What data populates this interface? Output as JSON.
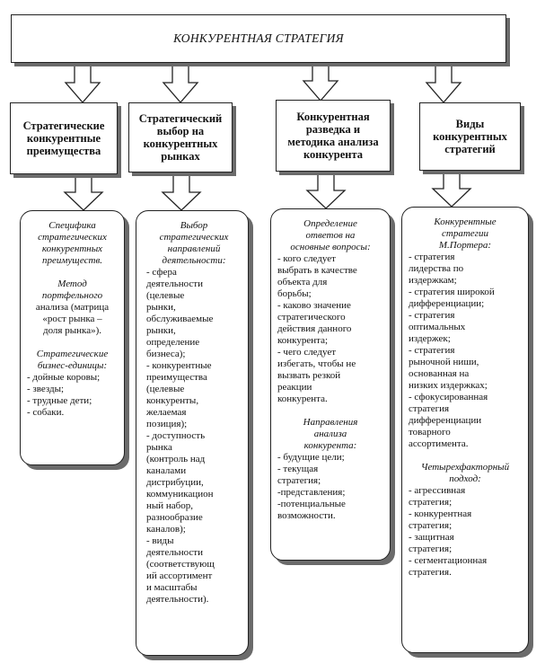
{
  "title": "КОНКУРЕНТНАЯ СТРАТЕГИЯ",
  "columns": [
    {
      "header": [
        "Стратегические",
        "конкурентные",
        "преимущества"
      ],
      "body": [
        {
          "t": "i",
          "v": "Специфика"
        },
        {
          "t": "i",
          "v": "стратегических"
        },
        {
          "t": "i",
          "v": "конкурентных"
        },
        {
          "t": "i",
          "v": "преимуществ."
        },
        {
          "t": "gap"
        },
        {
          "t": "i",
          "v": "Метод"
        },
        {
          "t": "i",
          "v": "портфельного"
        },
        {
          "t": "p",
          "v": "анализа (матрица"
        },
        {
          "t": "p",
          "v": "«рост рынка –"
        },
        {
          "t": "p",
          "v": "доля рынка»)."
        },
        {
          "t": "gap"
        },
        {
          "t": "i",
          "v": "Стратегические"
        },
        {
          "t": "i",
          "v": "бизнес-единицы:"
        },
        {
          "t": "l",
          "v": "- дойные коровы;"
        },
        {
          "t": "l",
          "v": "- звезды;"
        },
        {
          "t": "l",
          "v": "- трудные дети;"
        },
        {
          "t": "l",
          "v": "- собаки."
        }
      ]
    },
    {
      "header": [
        "Стратегический",
        "выбор на",
        "конкурентных",
        "рынках"
      ],
      "body": [
        {
          "t": "i",
          "v": "Выбор"
        },
        {
          "t": "i",
          "v": "стратегических"
        },
        {
          "t": "i",
          "v": "направлений"
        },
        {
          "t": "i",
          "v": "деятельности:"
        },
        {
          "t": "l",
          "v": "- сфера"
        },
        {
          "t": "l",
          "v": "деятельности"
        },
        {
          "t": "l",
          "v": "(целевые"
        },
        {
          "t": "l",
          "v": "рынки,"
        },
        {
          "t": "l",
          "v": "обслуживаемые"
        },
        {
          "t": "l",
          "v": "рынки,"
        },
        {
          "t": "l",
          "v": "определение"
        },
        {
          "t": "l",
          "v": "бизнеса);"
        },
        {
          "t": "l",
          "v": "- конкурентные"
        },
        {
          "t": "l",
          "v": "преимущества"
        },
        {
          "t": "l",
          "v": "(целевые"
        },
        {
          "t": "l",
          "v": "конкуренты,"
        },
        {
          "t": "l",
          "v": "желаемая"
        },
        {
          "t": "l",
          "v": "позиция);"
        },
        {
          "t": "l",
          "v": "- доступность"
        },
        {
          "t": "l",
          "v": "рынка"
        },
        {
          "t": "l",
          "v": "(контроль над"
        },
        {
          "t": "l",
          "v": "каналами"
        },
        {
          "t": "l",
          "v": "дистрибуции,"
        },
        {
          "t": "l",
          "v": "коммуникацион"
        },
        {
          "t": "l",
          "v": "ный набор,"
        },
        {
          "t": "l",
          "v": "разнообразие"
        },
        {
          "t": "l",
          "v": "каналов);"
        },
        {
          "t": "l",
          "v": "- виды"
        },
        {
          "t": "l",
          "v": "деятельности"
        },
        {
          "t": "l",
          "v": "(соответствующ"
        },
        {
          "t": "l",
          "v": "ий ассортимент"
        },
        {
          "t": "l",
          "v": "и масштабы"
        },
        {
          "t": "l",
          "v": "деятельности)."
        }
      ]
    },
    {
      "header": [
        "Конкурентная",
        "разведка и",
        "методика анализа",
        "конкурента"
      ],
      "body": [
        {
          "t": "i",
          "v": "Определение"
        },
        {
          "t": "i",
          "v": "ответов на"
        },
        {
          "t": "i",
          "v": "основные вопросы:"
        },
        {
          "t": "l",
          "v": "- кого следует"
        },
        {
          "t": "l",
          "v": "выбрать в качестве"
        },
        {
          "t": "l",
          "v": "объекта для"
        },
        {
          "t": "l",
          "v": "борьбы;"
        },
        {
          "t": "l",
          "v": "- каково значение"
        },
        {
          "t": "l",
          "v": "стратегического"
        },
        {
          "t": "l",
          "v": "действия данного"
        },
        {
          "t": "l",
          "v": "конкурента;"
        },
        {
          "t": "l",
          "v": "- чего следует"
        },
        {
          "t": "l",
          "v": "избегать, чтобы не"
        },
        {
          "t": "l",
          "v": "вызвать резкой"
        },
        {
          "t": "l",
          "v": "реакции"
        },
        {
          "t": "l",
          "v": "конкурента."
        },
        {
          "t": "gap"
        },
        {
          "t": "i",
          "v": "Направления"
        },
        {
          "t": "i",
          "v": "анализа"
        },
        {
          "t": "i",
          "v": "конкурента:"
        },
        {
          "t": "l",
          "v": "- будущие цели;"
        },
        {
          "t": "l",
          "v": "- текущая"
        },
        {
          "t": "l",
          "v": "стратегия;"
        },
        {
          "t": "l",
          "v": "-представления;"
        },
        {
          "t": "l",
          "v": "-потенциальные"
        },
        {
          "t": "l",
          "v": "возможности."
        }
      ]
    },
    {
      "header": [
        "Виды",
        "конкурентных",
        "стратегий"
      ],
      "body": [
        {
          "t": "i",
          "v": "Конкурентные"
        },
        {
          "t": "i",
          "v": "стратегии"
        },
        {
          "t": "i",
          "v": "М.Портера:"
        },
        {
          "t": "l",
          "v": "- стратегия"
        },
        {
          "t": "l",
          "v": "лидерства по"
        },
        {
          "t": "l",
          "v": "издержкам;"
        },
        {
          "t": "l",
          "v": "- стратегия широкой"
        },
        {
          "t": "l",
          "v": "дифференциации;"
        },
        {
          "t": "l",
          "v": "- стратегия"
        },
        {
          "t": "l",
          "v": "оптимальных"
        },
        {
          "t": "l",
          "v": "издержек;"
        },
        {
          "t": "l",
          "v": "- стратегия"
        },
        {
          "t": "l",
          "v": "рыночной ниши,"
        },
        {
          "t": "l",
          "v": "основанная на"
        },
        {
          "t": "l",
          "v": "низких издержках;"
        },
        {
          "t": "l",
          "v": "- сфокусированная"
        },
        {
          "t": "l",
          "v": "стратегия"
        },
        {
          "t": "l",
          "v": "дифференциации"
        },
        {
          "t": "l",
          "v": "товарного"
        },
        {
          "t": "l",
          "v": "ассортимента."
        },
        {
          "t": "gap"
        },
        {
          "t": "i",
          "v": "Четырехфакторный"
        },
        {
          "t": "i",
          "v": "подход:"
        },
        {
          "t": "l",
          "v": "- агрессивная"
        },
        {
          "t": "l",
          "v": "стратегия;"
        },
        {
          "t": "l",
          "v": "- конкурентная"
        },
        {
          "t": "l",
          "v": "стратегия;"
        },
        {
          "t": "l",
          "v": "- защитная"
        },
        {
          "t": "l",
          "v": "стратегия;"
        },
        {
          "t": "l",
          "v": "- сегментационная"
        },
        {
          "t": "l",
          "v": "стратегия."
        }
      ]
    }
  ]
}
